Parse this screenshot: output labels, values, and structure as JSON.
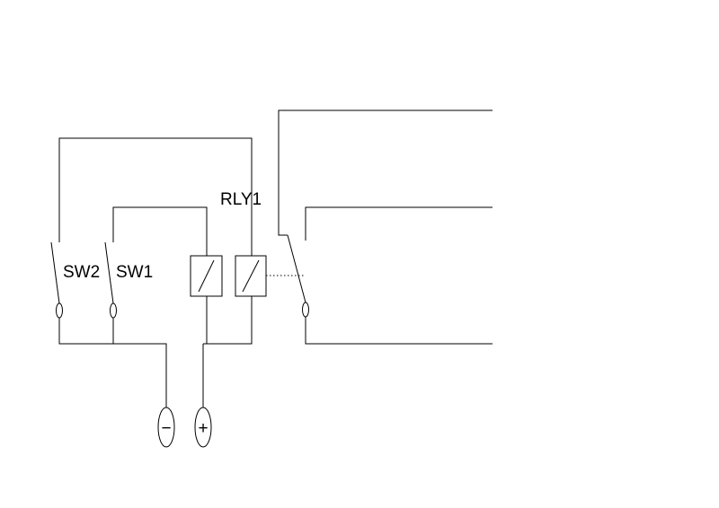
{
  "labels": {
    "relay": "RLY1",
    "switch_2": "SW2",
    "switch_1": "SW1"
  },
  "terminals": {
    "negative": "−",
    "positive": "+"
  },
  "colors": {
    "line": "#000000",
    "background": "#ffffff"
  }
}
